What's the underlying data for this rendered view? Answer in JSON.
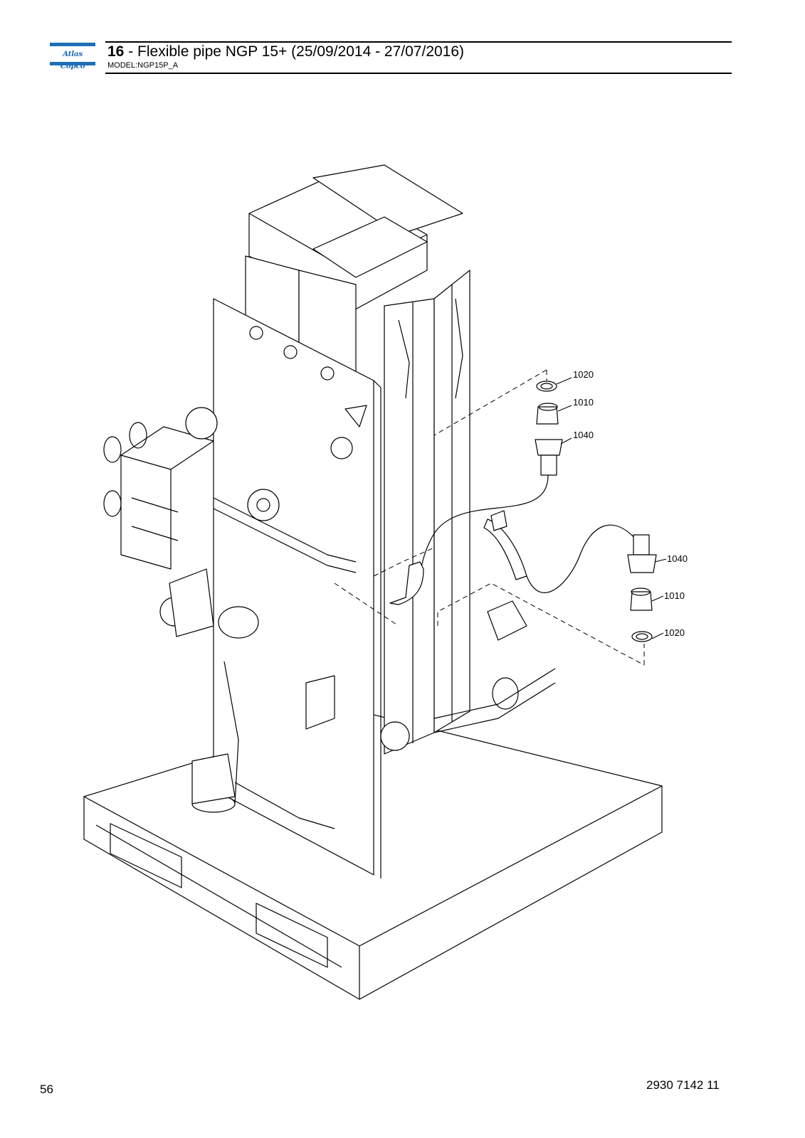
{
  "header": {
    "logo_text": "Atlas Copco",
    "section_number": "16",
    "section_title": " - Flexible pipe NGP 15+ (25/09/2014 - 27/07/2016)",
    "model": "MODEL:NGP15P_A"
  },
  "callouts": {
    "upper_1020": "1020",
    "upper_1010": "1010",
    "upper_1040": "1040",
    "lower_1040": "1040",
    "lower_1010": "1010",
    "lower_1020": "1020"
  },
  "footer": {
    "page_number": "56",
    "document_number": "2930 7142 11"
  },
  "colors": {
    "brand_blue": "#1d6fb8"
  }
}
